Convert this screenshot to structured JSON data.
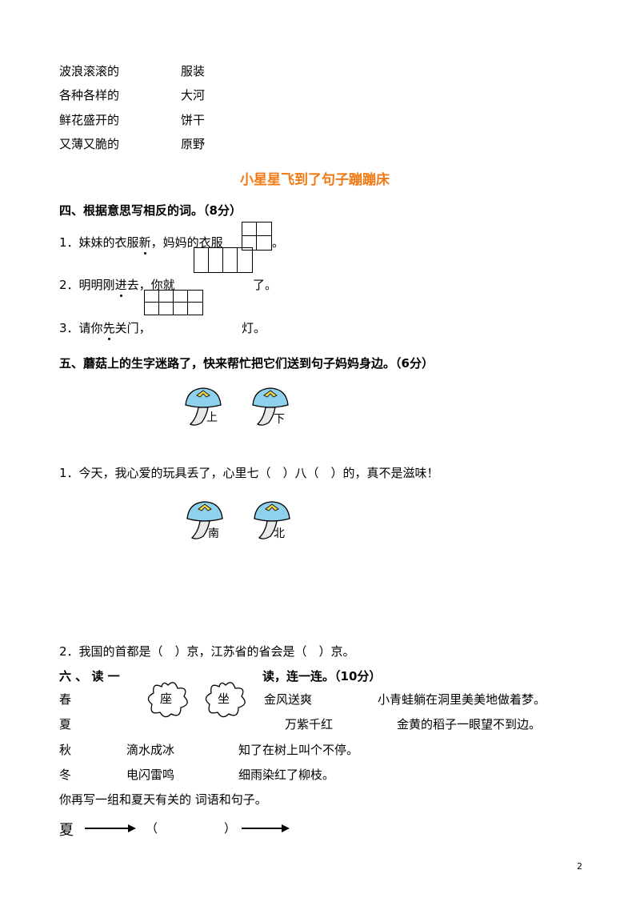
{
  "match_words": {
    "left": [
      "波浪滚滚的",
      "各种各样的",
      "鲜花盛开的",
      "又薄又脆的"
    ],
    "right": [
      "服装",
      "大河",
      "饼干",
      "原野"
    ]
  },
  "section_title": "小星星飞到了句子蹦蹦床",
  "q4": {
    "heading": "四、根据意思写相反的词。（8分）",
    "items": [
      {
        "num": "1．",
        "before": "妹妹的衣服",
        "dot_char": "新",
        "after": "，妈妈的衣服",
        "end": "。"
      },
      {
        "num": "2．",
        "before": "明明刚",
        "dot_char": "进",
        "after": "去，你就",
        "end": "了。"
      },
      {
        "num": "3．",
        "before": "请你",
        "dot_char": "先",
        "after": "关门，",
        "end": "灯。"
      }
    ]
  },
  "q5": {
    "heading": "五、蘑菇上的生字迷路了，快来帮忙把它们送到句子妈妈身边。（6分）",
    "mushrooms_1": [
      "上",
      "下"
    ],
    "sentence_1": "1．今天，我心爱的玩具丢了，心里七（　）八（　）的，真不是滋味！",
    "mushrooms_2": [
      "南",
      "北"
    ],
    "sentence_2": "2．我国的首都是（　）京，江苏省的省会是（　）京。"
  },
  "q6": {
    "heading_a": "六 、 读 一",
    "heading_b": "读，连一连。（10分）",
    "flowers": [
      "座",
      "坐"
    ],
    "seasons": [
      "春",
      "夏",
      "秋",
      "冬"
    ],
    "words": [
      "金风送爽",
      "万紫千红",
      "滴水成冰",
      "电闪雷鸣"
    ],
    "sentences": [
      "小青蛙躺在洞里美美地做着梦。",
      "金黄的稻子一眼望不到边。",
      "知了在树上叫个不停。",
      "细雨染红了柳枝。"
    ],
    "write_prompt": "你再写一组和夏天有关的 词语和句子。",
    "write_season": "夏",
    "paren_open": "（",
    "paren_close": "）"
  },
  "page_number": "2"
}
